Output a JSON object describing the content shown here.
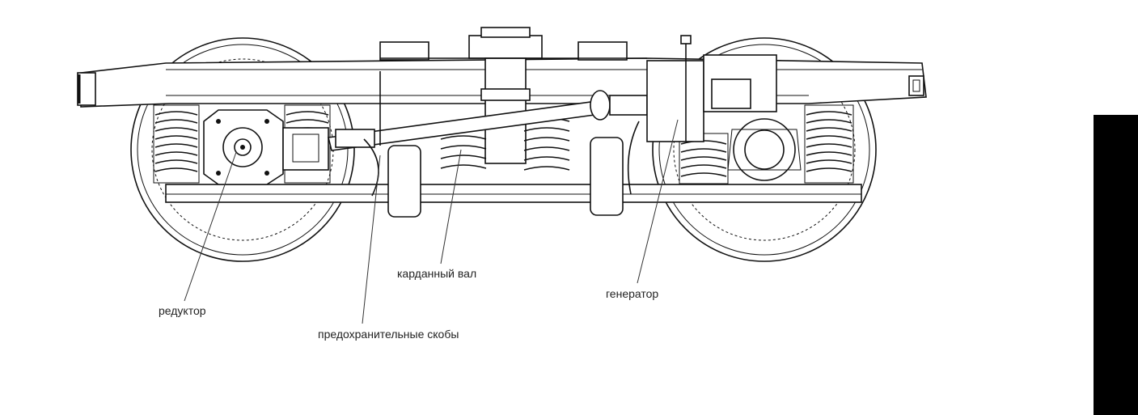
{
  "labels": {
    "reducer": "редуктор",
    "safety_brackets": "предохранительные скобы",
    "cardan_shaft": "карданный вал",
    "generator": "генератор"
  },
  "colors": {
    "ink": "#111111",
    "edge_bar": "#000000",
    "background": "#ffffff"
  }
}
